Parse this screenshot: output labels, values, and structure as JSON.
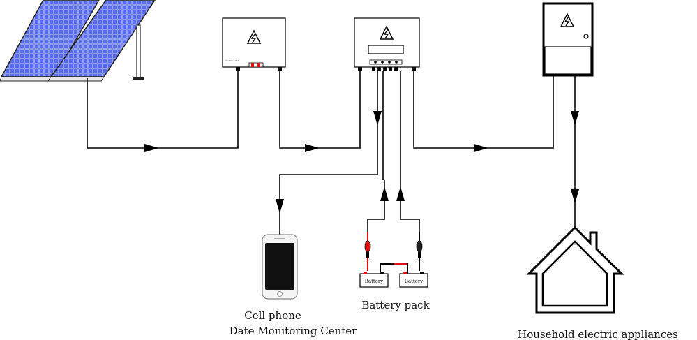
{
  "nodes": {
    "inverter_label": "Grid Inverter",
    "battery_label": "Battery",
    "battery_label_2": "Battery"
  },
  "captions": {
    "phone_line1": "Cell phone",
    "phone_line2": "Date Monitoring Center",
    "battery_pack": "Battery pack",
    "household": "Household electric appliances"
  },
  "colors": {
    "panel_blue": "#3b4fd8",
    "panel_grid": "#c8d0ff",
    "red_terminal": "#e01010",
    "line": "#000000"
  }
}
